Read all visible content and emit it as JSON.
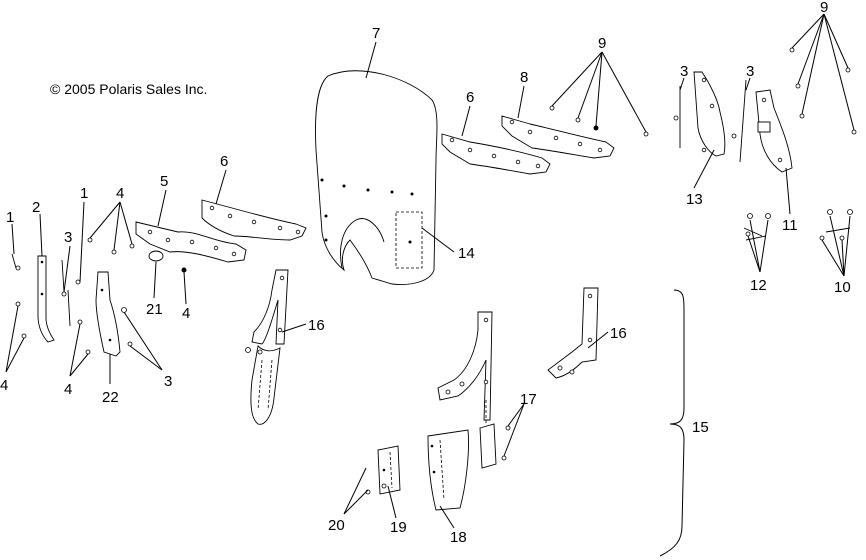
{
  "copyright": "© 2005 Polaris Sales Inc.",
  "callouts": {
    "c1a": "1",
    "c1b": "1",
    "c2": "2",
    "c3a": "3",
    "c3b": "3",
    "c3c": "3",
    "c3d": "3",
    "c4a": "4",
    "c4b": "4",
    "c4c": "4",
    "c4d": "4",
    "c5": "5",
    "c6a": "6",
    "c6b": "6",
    "c7": "7",
    "c8": "8",
    "c9a": "9",
    "c9b": "9",
    "c10": "10",
    "c11": "11",
    "c12": "12",
    "c13": "13",
    "c14": "14",
    "c15": "15",
    "c16a": "16",
    "c16b": "16",
    "c17": "17",
    "c18": "18",
    "c19": "19",
    "c20": "20",
    "c21": "21",
    "c22": "22"
  }
}
